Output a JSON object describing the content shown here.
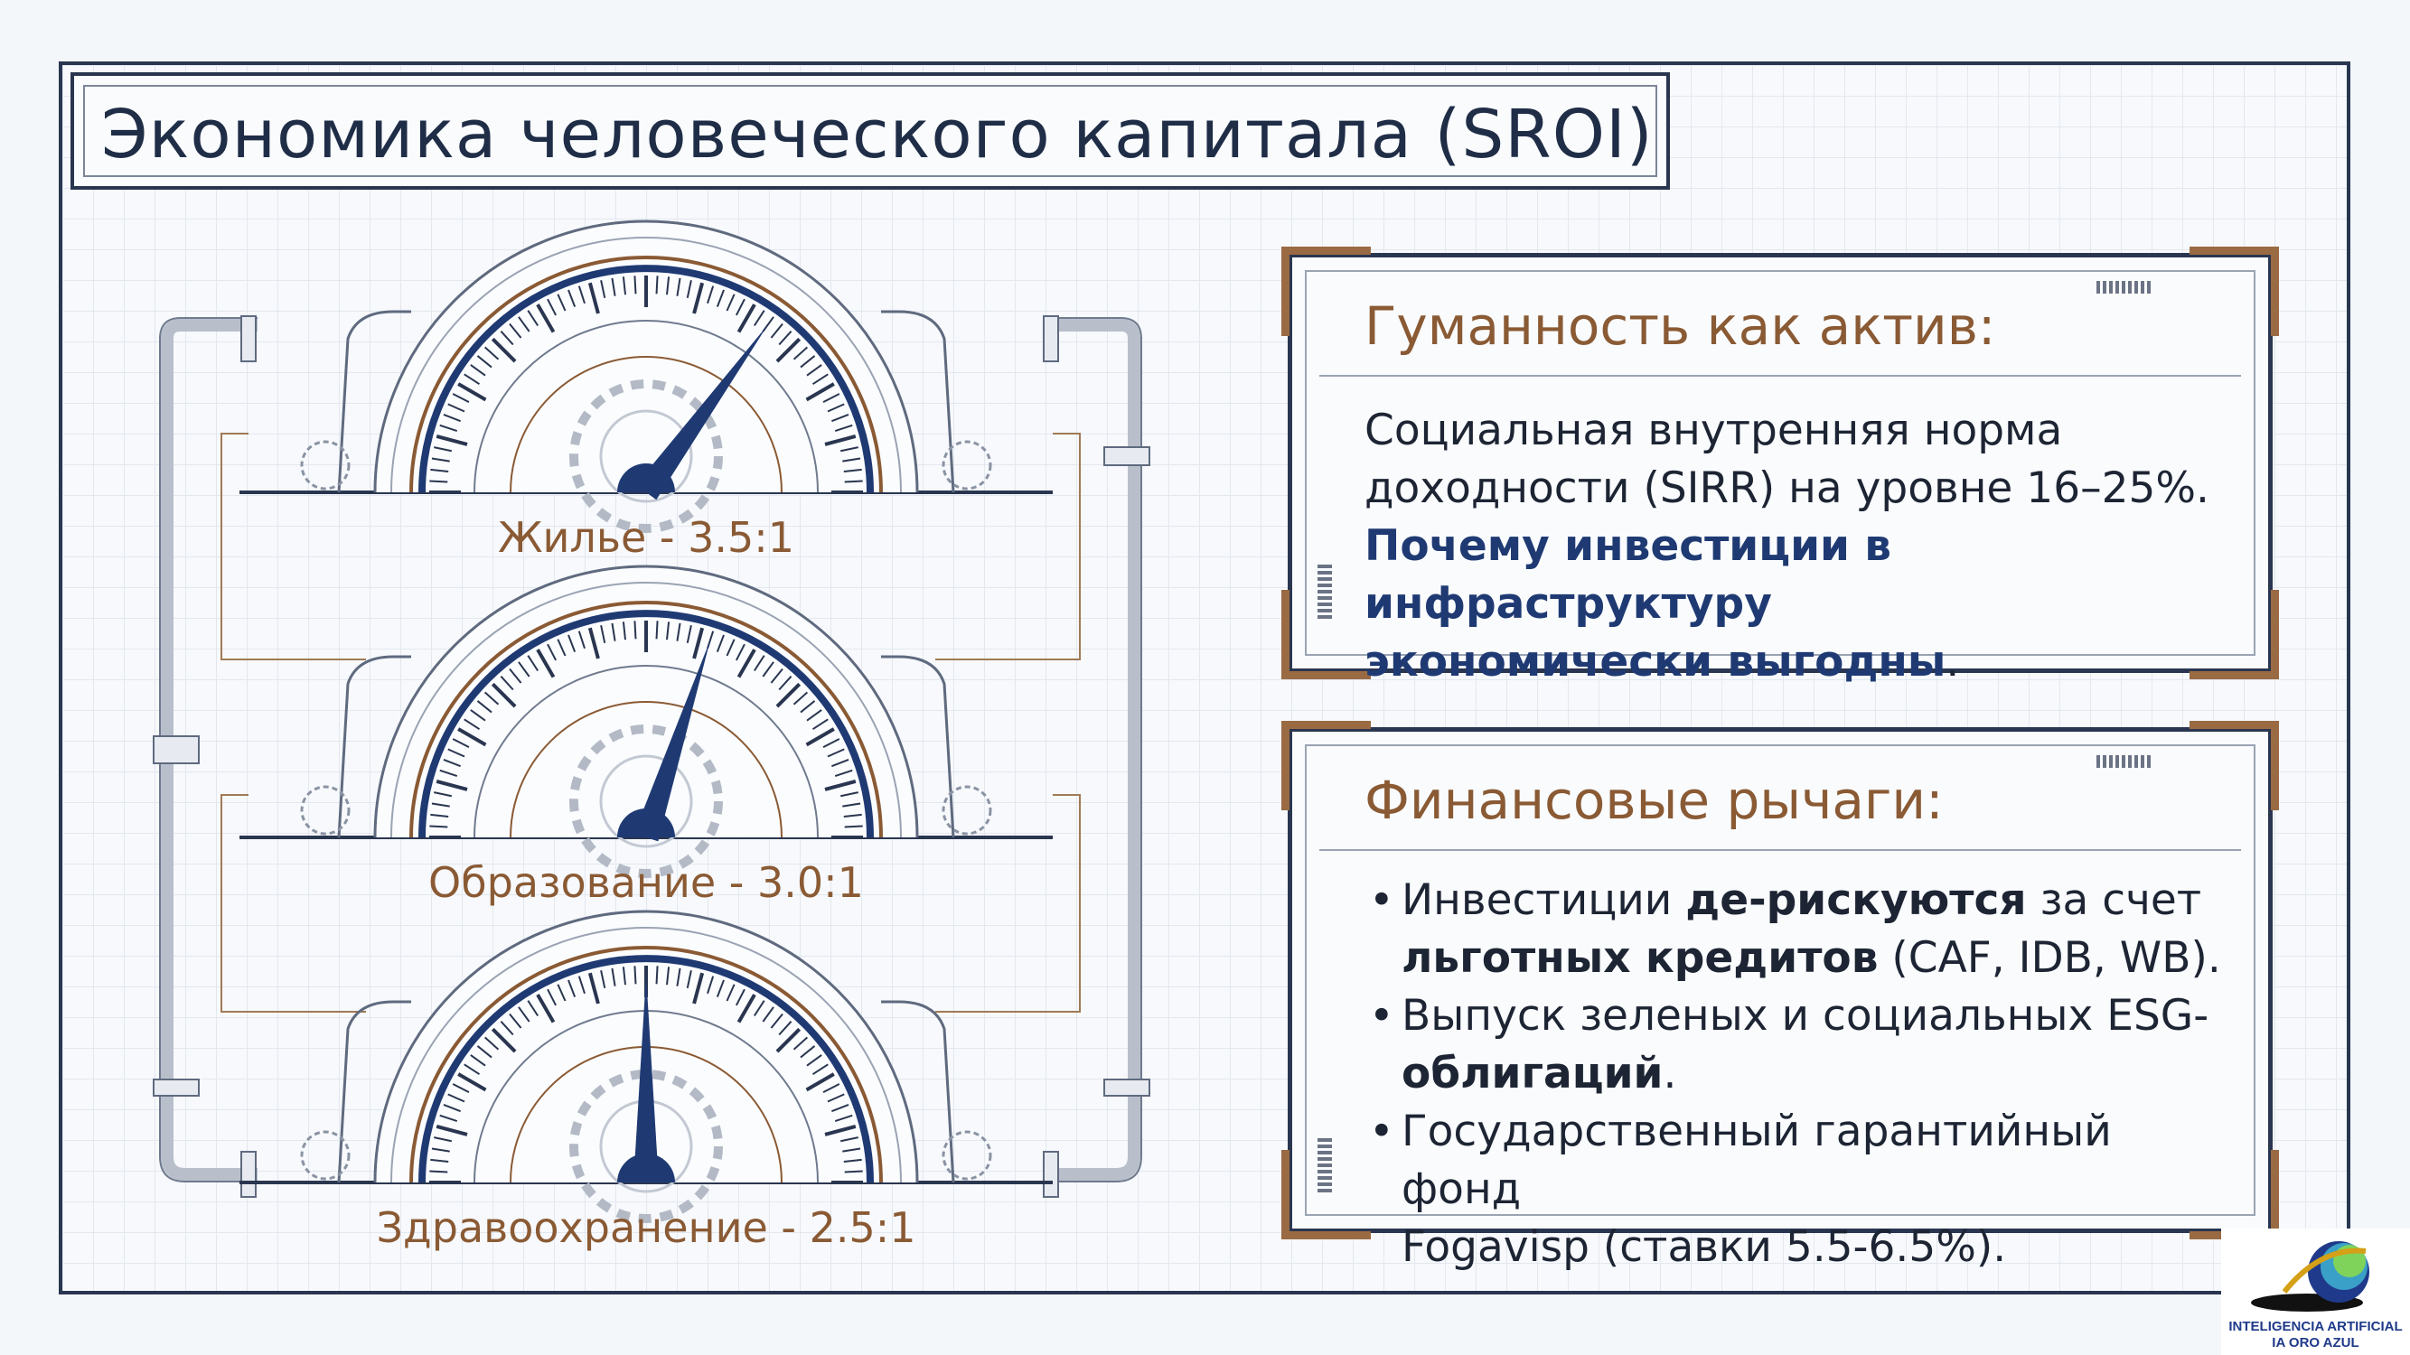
{
  "title": "Экономика человеческого капитала (SROI)",
  "gauges": [
    {
      "label": "Жилье - 3.5:1",
      "ratio": 3.5
    },
    {
      "label": "Образование - 3.0:1",
      "ratio": 3.0
    },
    {
      "label": "Здравоохранение - 2.5:1",
      "ratio": 2.5
    }
  ],
  "card_humanity": {
    "title": "Гуманность как актив:",
    "line1": "Социальная внутренняя норма",
    "line2": "доходности (SIRR) на уровне 16–25%.",
    "emph1": "Почему инвестиции в инфраструктуру",
    "emph2": "экономически выгодны",
    "emph_end": "."
  },
  "card_finance": {
    "title": "Финансовые рычаги:",
    "b1_pre": "Инвестиции ",
    "b1_bold": "де-рискуются",
    "b1_post": " за счет",
    "b1_bold2": "льготных кредитов",
    "b1_end": " (CAF, IDB, WB).",
    "b2_pre": "Выпуск зеленых и социальных ESG-",
    "b2_bold": "облигаций",
    "b2_end": ".",
    "b3_line1": "Государственный гарантийный фонд",
    "b3_line2": "Fogavisp (ставки 5.5-6.5%)."
  },
  "logo": {
    "line1": "INTELIGENCIA ARTIFICIAL",
    "line2": "IA ORO AZUL"
  },
  "colors": {
    "navy": "#1f3a73",
    "bronze": "#8a5a34",
    "frame": "#2a3650"
  }
}
